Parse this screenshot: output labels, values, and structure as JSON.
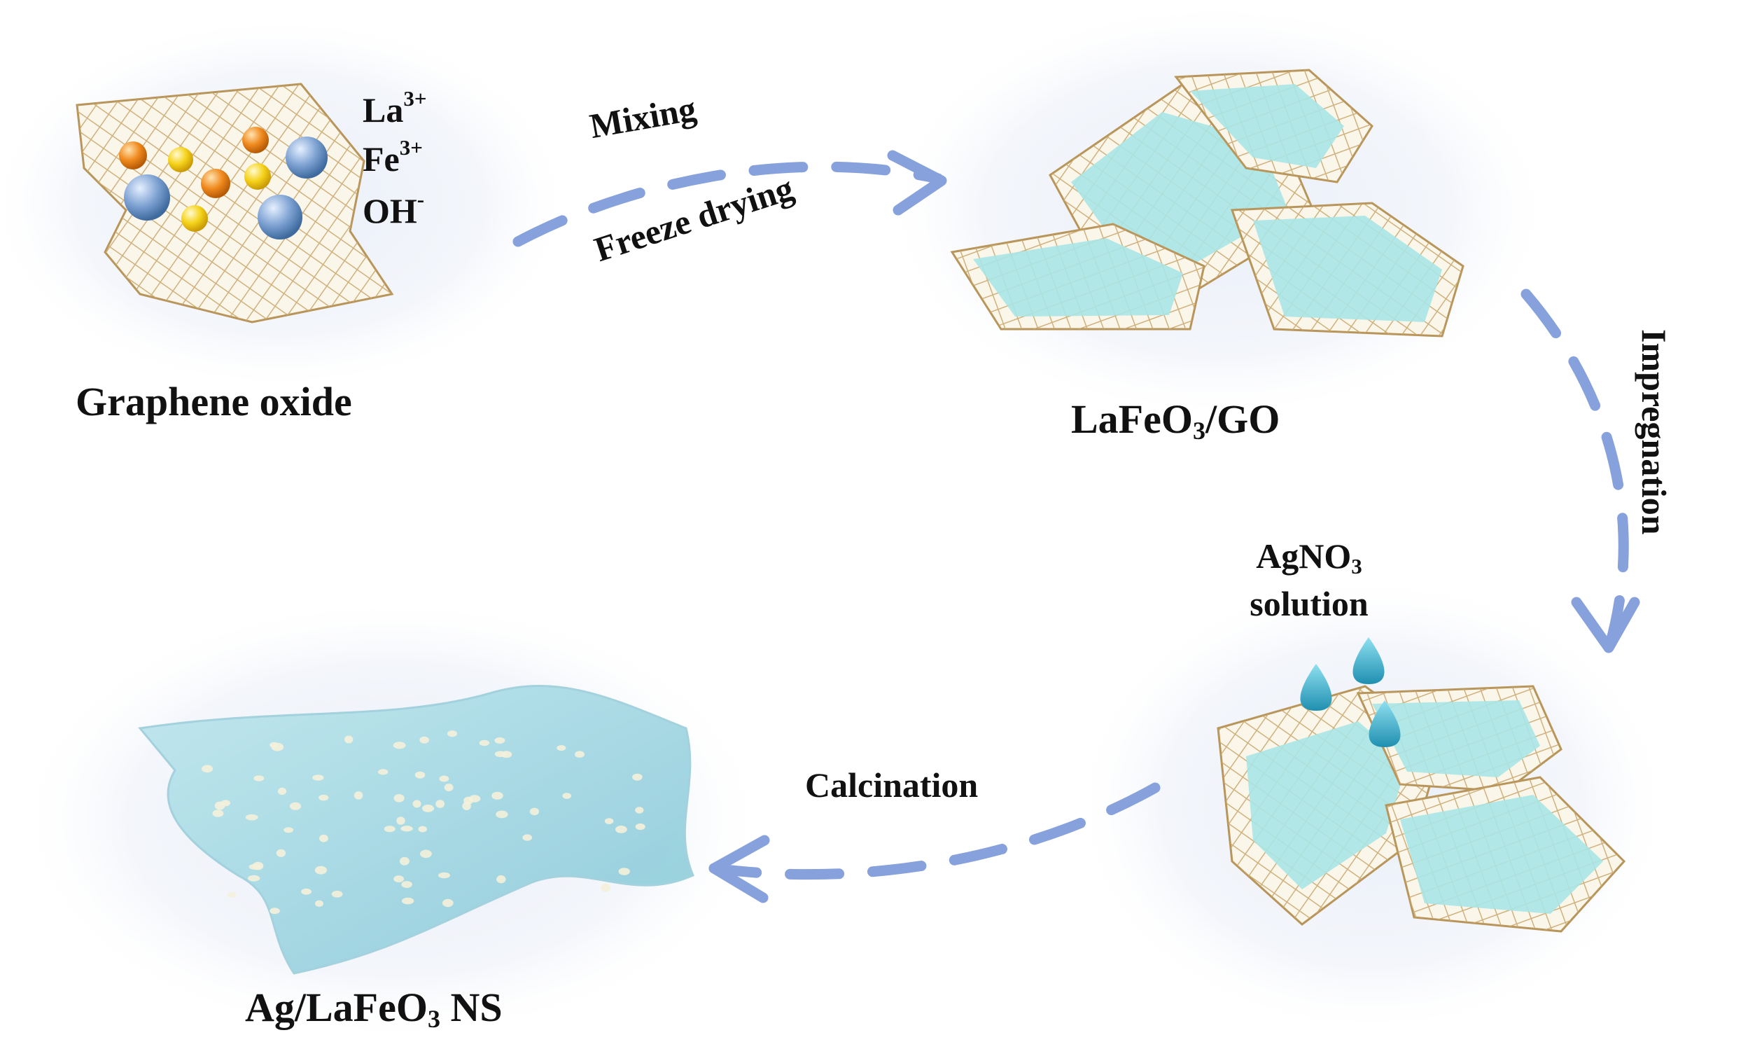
{
  "stages": {
    "graphene_oxide": {
      "title": "Graphene oxide",
      "ions": [
        {
          "base": "La",
          "sup": "3+"
        },
        {
          "base": "Fe",
          "sup": "3+"
        },
        {
          "base": "OH",
          "sup": "-"
        }
      ]
    },
    "lafeo3_go": {
      "title_a": "LaFeO",
      "title_sub": "3",
      "title_b": "/GO"
    },
    "agno3": {
      "line1_a": "AgNO",
      "line1_sub": "3",
      "line2": "solution"
    },
    "ag_lafeo3": {
      "title_a": "Ag/LaFeO",
      "title_sub": "3",
      "title_b": " NS"
    }
  },
  "steps": {
    "mixing": "Mixing",
    "freeze_drying": "Freeze drying",
    "impregnation": "Impregnation",
    "calcination": "Calcination"
  },
  "colors": {
    "arrow": "#86a1dc",
    "mesh": "#c8a56a",
    "sheet": "#a8e6e6",
    "ion_la": "#f08a1e",
    "ion_fe": "#f5d21a",
    "ion_oh": "#6f96c8",
    "droplet": "#2ea8c6"
  }
}
